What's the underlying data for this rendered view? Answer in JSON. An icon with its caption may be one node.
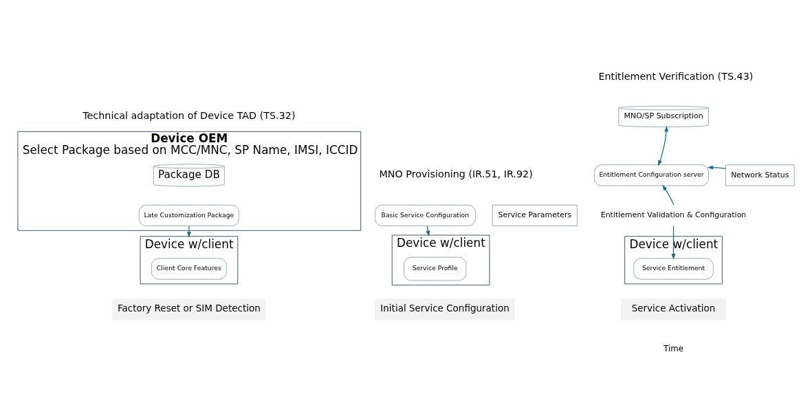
{
  "diagram": {
    "nodes": [
      {
        "text": [
          "Device OEM",
          "Select Package based on MCC/MNC, SP Name, IMSI, ICCID"
        ]
      },
      {
        "text": [
          "Package DB"
        ],
        "in": 0
      },
      {
        "text": [
          "Late Customization Package"
        ],
        "in": 0
      },
      {
        "text": [
          "Device w/client"
        ]
      },
      {
        "text": [
          "Client Core Features"
        ],
        "in": 3
      },
      {
        "text": [
          "Basic Service Configuration"
        ]
      },
      {
        "text": [
          "Service Parameters"
        ]
      },
      {
        "text": [
          "Device w/client"
        ]
      },
      {
        "text": [
          "Service Profile"
        ],
        "in": 7
      },
      {
        "text": [
          "MNO/SP Subscription"
        ]
      },
      {
        "text": [
          "Entitlement Configuration server"
        ]
      },
      {
        "text": [
          "Network Status"
        ]
      },
      {
        "text": [
          "Device w/client"
        ]
      },
      {
        "text": [
          "Service Entitlement"
        ],
        "in": 12
      },
      {
        "text": [
          "Entitlement Validation & Configuration"
        ]
      },
      {
        "text": [
          "Factory Reset or SIM Detection"
        ]
      },
      {
        "text": [
          "Initial Service Configuration"
        ]
      },
      {
        "text": [
          "Service Activation"
        ]
      }
    ],
    "edges": [
      {
        "from": 2,
        "to": 3,
        "arrow": "to"
      },
      {
        "from": 5,
        "to": 7,
        "arrow": "to"
      },
      {
        "from": 10,
        "to": 9,
        "arrow": "both"
      },
      {
        "from": 11,
        "to": 10,
        "arrow": "to"
      },
      {
        "from": 14,
        "to": 10,
        "arrow": "to"
      },
      {
        "from": 14,
        "to": 13,
        "arrow": "to"
      }
    ],
    "labels": [
      "Technical adaptation of Device TAD (TS.32)",
      "MNO Provisioning (IR.51, IR.92)",
      "Entitlement Verification (TS.43)",
      "Time"
    ]
  }
}
